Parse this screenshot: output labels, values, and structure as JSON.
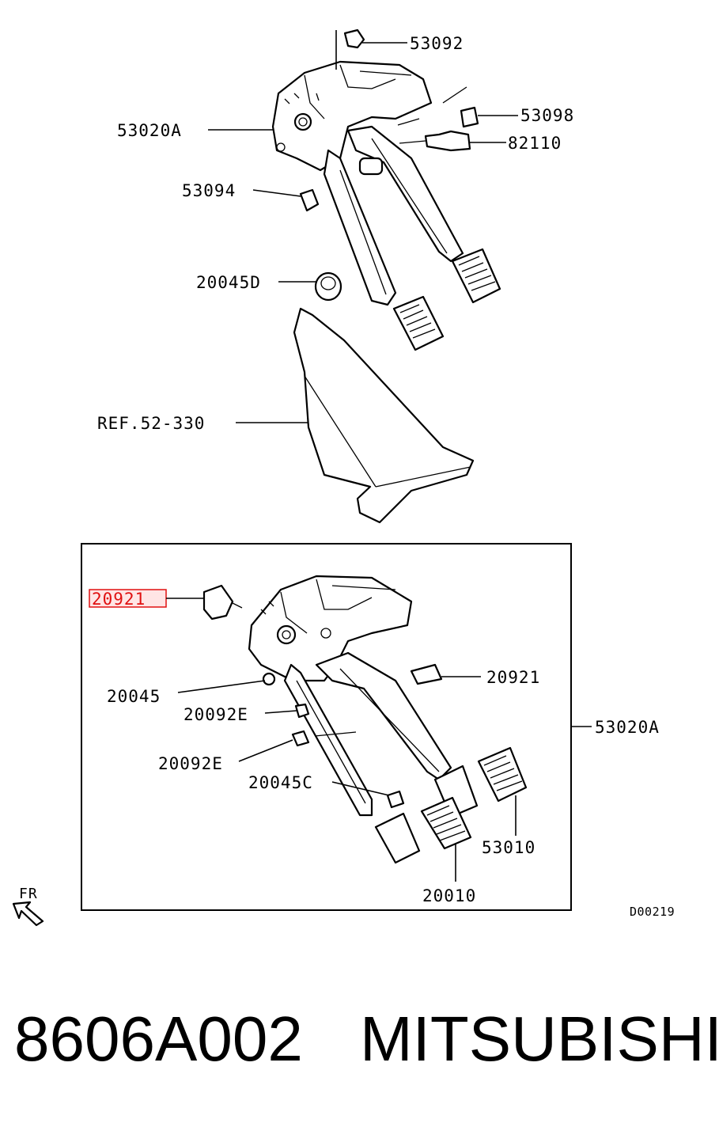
{
  "diagram": {
    "upper_labels": {
      "l53092": "53092",
      "l53098": "53098",
      "l53020A": "53020A",
      "l82110": "82110",
      "l53094": "53094",
      "l20045D": "20045D",
      "ref": "REF.52-330"
    },
    "lower_labels": {
      "l20921_highlight": "20921",
      "l20921": "20921",
      "l20045": "20045",
      "l20092E_a": "20092E",
      "l20092E_b": "20092E",
      "l20045C": "20045C",
      "l53020A": "53020A",
      "l53010": "53010",
      "l20010": "20010"
    },
    "direction_label": "FR",
    "figure_code": "D00219",
    "part_number": "8606A002",
    "brand": "MITSUBISHI",
    "highlight_color": "#e01010"
  }
}
